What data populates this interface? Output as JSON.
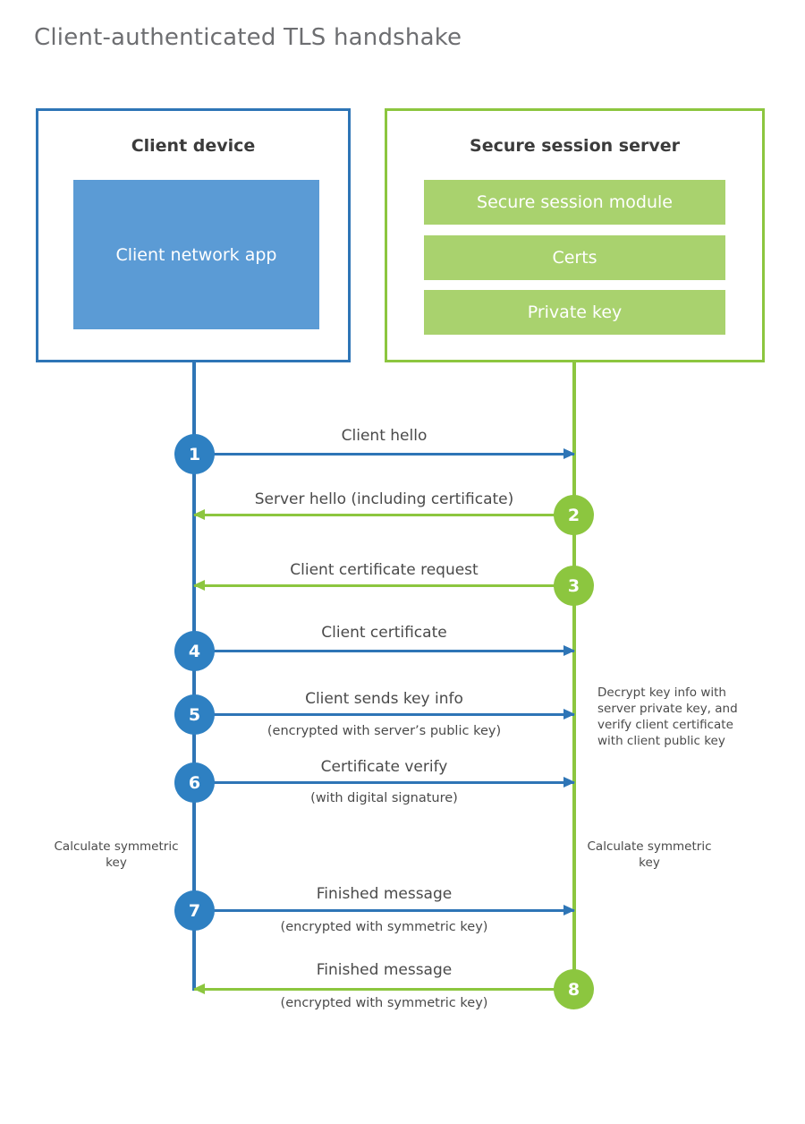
{
  "title": "Client-authenticated TLS handshake",
  "actors": {
    "client": {
      "title": "Client device",
      "app_label": "Client network app",
      "border_color": "#2e75b6",
      "fill_color": "#5b9bd5"
    },
    "server": {
      "title": "Secure session server",
      "border_color": "#8cc63f",
      "bar_color": "#a9d26e",
      "components": [
        "Secure session module",
        "Certs",
        "Private key"
      ]
    }
  },
  "steps": [
    {
      "number": "1",
      "label": "Client hello",
      "sublabel": "",
      "direction": "client-to-server",
      "color": "#2e80c2"
    },
    {
      "number": "2",
      "label": "Server hello (including certificate)",
      "sublabel": "",
      "direction": "server-to-client",
      "color": "#8cc63f"
    },
    {
      "number": "3",
      "label": "Client certificate request",
      "sublabel": "",
      "direction": "server-to-client",
      "color": "#8cc63f"
    },
    {
      "number": "4",
      "label": "Client certificate",
      "sublabel": "",
      "direction": "client-to-server",
      "color": "#2e80c2"
    },
    {
      "number": "5",
      "label": "Client sends key info",
      "sublabel": "(encrypted with server’s public key)",
      "direction": "client-to-server",
      "color": "#2e80c2"
    },
    {
      "number": "6",
      "label": "Certificate verify",
      "sublabel": "(with digital signature)",
      "direction": "client-to-server",
      "color": "#2e80c2"
    },
    {
      "number": "7",
      "label": "Finished message",
      "sublabel": "(encrypted with symmetric key)",
      "direction": "client-to-server",
      "color": "#2e80c2"
    },
    {
      "number": "8",
      "label": "Finished message",
      "sublabel": "(encrypted with symmetric key)",
      "direction": "server-to-client",
      "color": "#8cc63f"
    }
  ],
  "notes": {
    "server_decrypt": "Decrypt key info with server private key, and verify client certificate with client public key",
    "client_calculate": "Calculate symmetric key",
    "server_calculate": "Calculate symmetric key"
  }
}
